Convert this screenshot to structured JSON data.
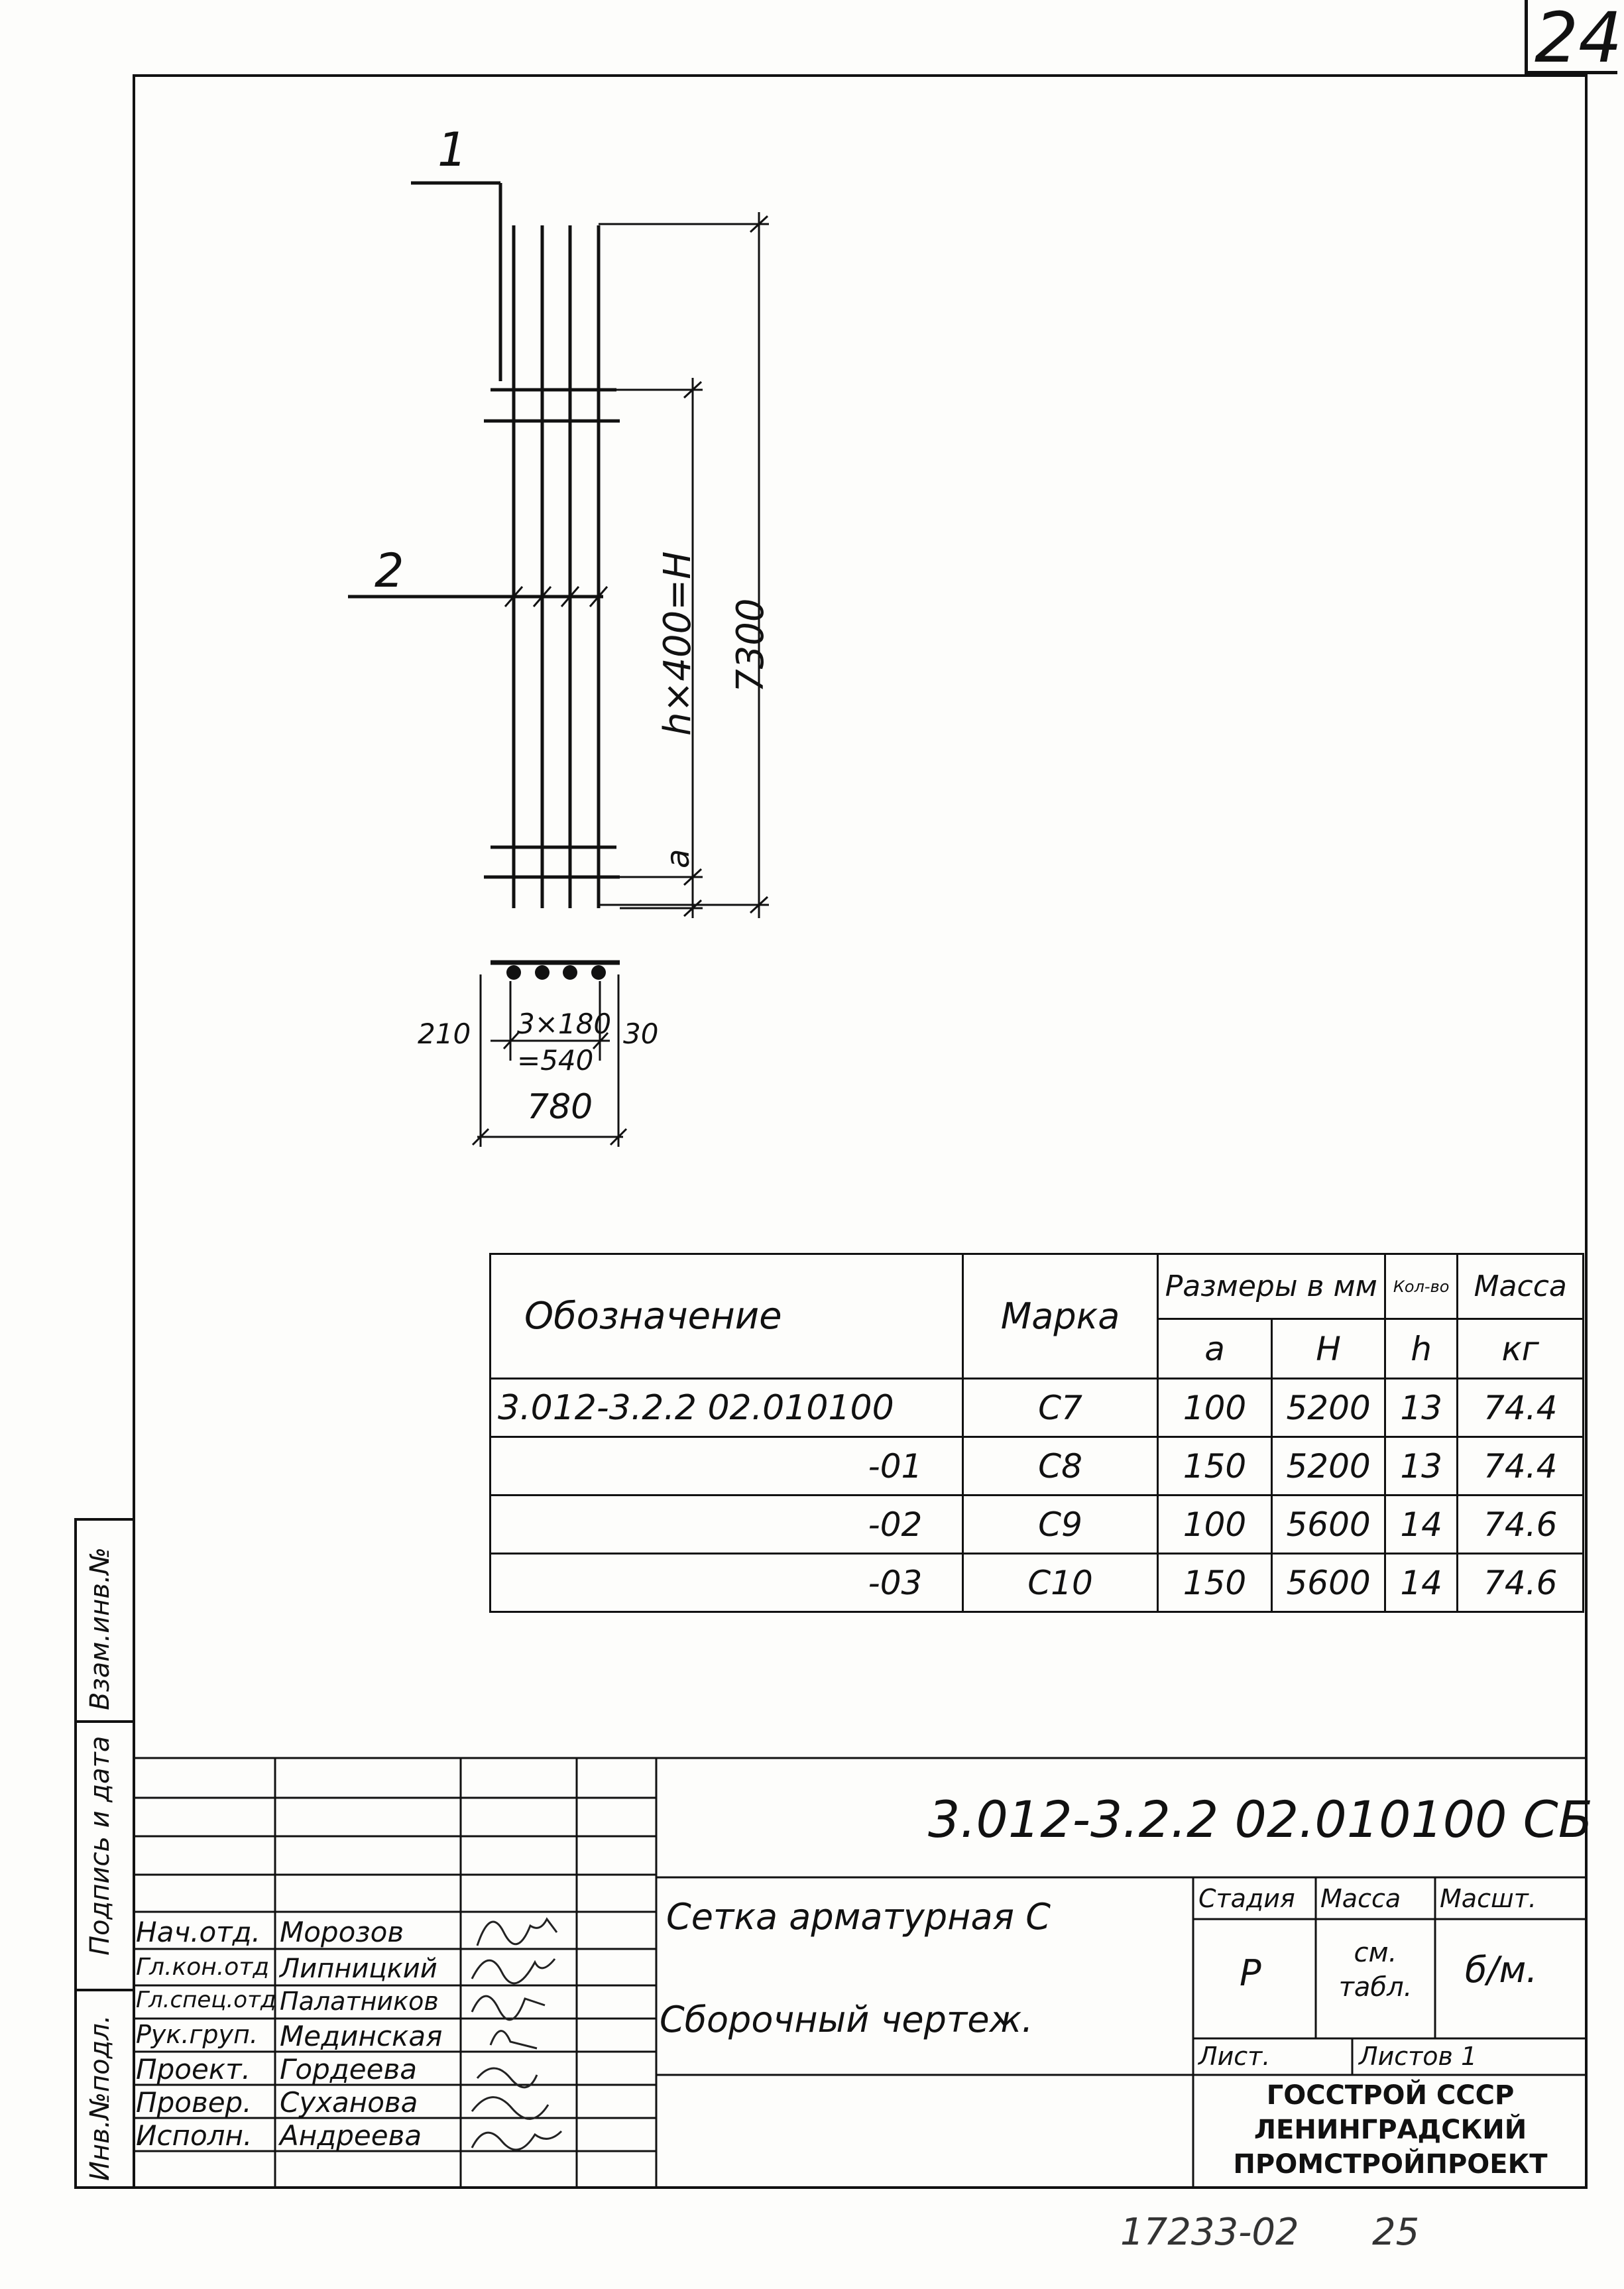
{
  "sheet_number": "24",
  "drawing": {
    "callout_1": "1",
    "callout_2": "2",
    "dim_total_height": "7300",
    "dim_pitch": "h×400=H",
    "dim_a": "a",
    "dim_left": "210",
    "dim_spacing": "3×180",
    "dim_spacing_total": "=540",
    "dim_right": "30",
    "dim_width": "780"
  },
  "spec_table": {
    "headers": {
      "designation": "Обозначение",
      "mark": "Марка",
      "dimensions_group": "Размеры в мм",
      "a": "a",
      "H": "H",
      "count_group": "Кол-во",
      "h": "h",
      "mass": "Масса",
      "mass_unit": "кг"
    },
    "rows": [
      {
        "designation": "3.012-3.2.2 02.010100",
        "mark": "C7",
        "a": "100",
        "H": "5200",
        "h": "13",
        "mass": "74.4"
      },
      {
        "designation": "-01",
        "mark": "C8",
        "a": "150",
        "H": "5200",
        "h": "13",
        "mass": "74.4"
      },
      {
        "designation": "-02",
        "mark": "C9",
        "a": "100",
        "H": "5600",
        "h": "14",
        "mass": "74.6"
      },
      {
        "designation": "-03",
        "mark": "C10",
        "a": "150",
        "H": "5600",
        "h": "14",
        "mass": "74.6"
      }
    ]
  },
  "side_strip": {
    "inv_replace": "Взам.инв.№",
    "sign_date": "Подпись и дата",
    "inv_orig": "Инв.№подл."
  },
  "title_block": {
    "doc_code": "3.012-3.2.2 02.010100 СБ",
    "title_line1": "Сетка арматурная С",
    "title_line2": "Сборочный чертеж.",
    "stage_label": "Стадия",
    "mass_label": "Масса",
    "scale_label": "Масшт.",
    "stage_value": "Р",
    "mass_value": "см. табл.",
    "scale_value": "б/м.",
    "sheet_label": "Лист.",
    "sheets_label": "Листов 1",
    "org_line1": "ГОССТРОЙ СССР",
    "org_line2": "ЛЕНИНГРАДСКИЙ",
    "org_line3": "ПРОМСТРОЙПРОЕКТ",
    "signers": [
      {
        "role": "Нач.отд.",
        "name": "Морозов"
      },
      {
        "role": "Гл.кон.отд",
        "name": "Липницкий"
      },
      {
        "role": "Гл.спец.отд",
        "name": "Палатников"
      },
      {
        "role": "Рук.груп.",
        "name": "Мединская"
      },
      {
        "role": "Проект.",
        "name": "Гордеева"
      },
      {
        "role": "Провер.",
        "name": "Суханова"
      },
      {
        "role": "Исполн.",
        "name": "Андреева"
      }
    ]
  },
  "footer": {
    "archive_number": "17233-02",
    "page": "25"
  }
}
